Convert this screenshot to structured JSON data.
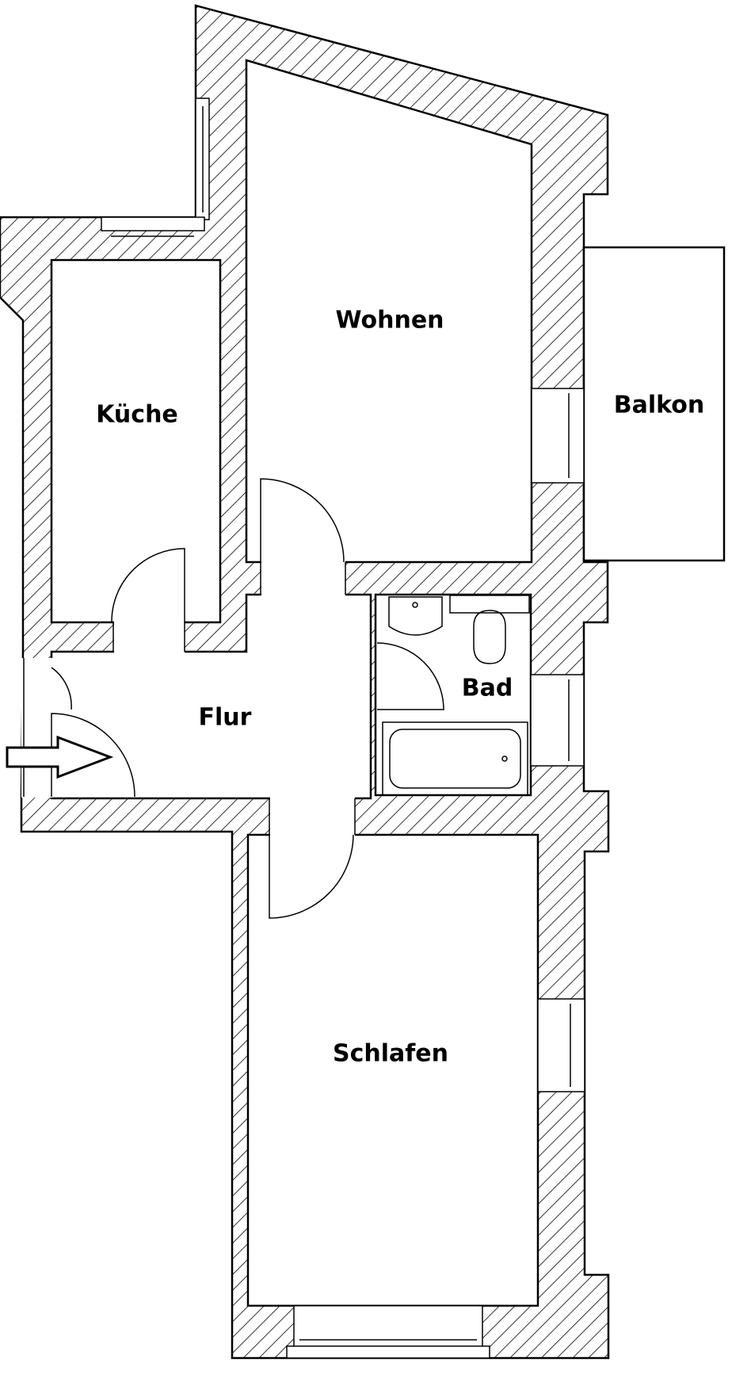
{
  "plan": {
    "rooms": {
      "wohnen": "Wohnen",
      "balkon": "Balkon",
      "kueche": "Küche",
      "flur": "Flur",
      "bad": "Bad",
      "schlafen": "Schlafen"
    },
    "colors": {
      "wall_line": "#000000",
      "background": "#ffffff"
    }
  }
}
